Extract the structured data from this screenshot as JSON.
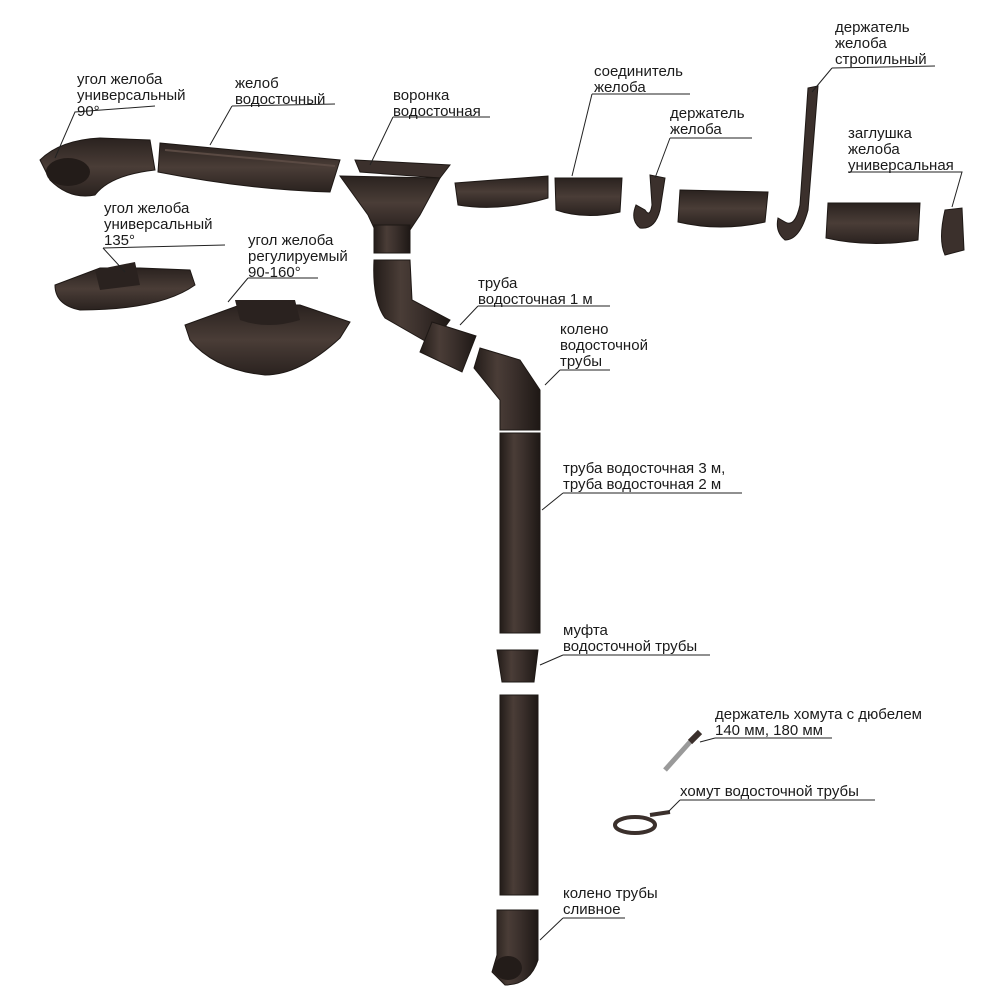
{
  "colors": {
    "part": "#3b302c",
    "part_dark": "#231c19",
    "part_light": "#5a4a43",
    "leader": "#222222",
    "text": "#1a1a1a"
  },
  "labels": {
    "corner90": [
      "угол желоба",
      "универсальный",
      "90°"
    ],
    "gutter": [
      "желоб",
      "водосточный"
    ],
    "funnel": [
      "воронка",
      "водосточная"
    ],
    "connector": [
      "соединитель",
      "желоба"
    ],
    "holder": [
      "держатель",
      "желоба"
    ],
    "rafter_holder": [
      "держатель",
      "желоба",
      "стропильный"
    ],
    "end_cap": [
      "заглушка",
      "желоба",
      "универсальная"
    ],
    "corner135": [
      "угол желоба",
      "универсальный",
      "135°"
    ],
    "corner_adj": [
      "угол желоба",
      "регулируемый",
      "90-160°"
    ],
    "pipe1": [
      "труба",
      "водосточная 1 м"
    ],
    "elbow": [
      "колено",
      "водосточной",
      "трубы"
    ],
    "pipe32": [
      "труба водосточная 3 м,",
      "труба водосточная 2 м"
    ],
    "coupling": [
      "муфта",
      "водосточной трубы"
    ],
    "clamp_holder": [
      "держатель хомута с дюбелем",
      "140 мм, 180 мм"
    ],
    "clamp": [
      "хомут водосточной трубы"
    ],
    "outlet": [
      "колено трубы",
      "сливное"
    ]
  }
}
